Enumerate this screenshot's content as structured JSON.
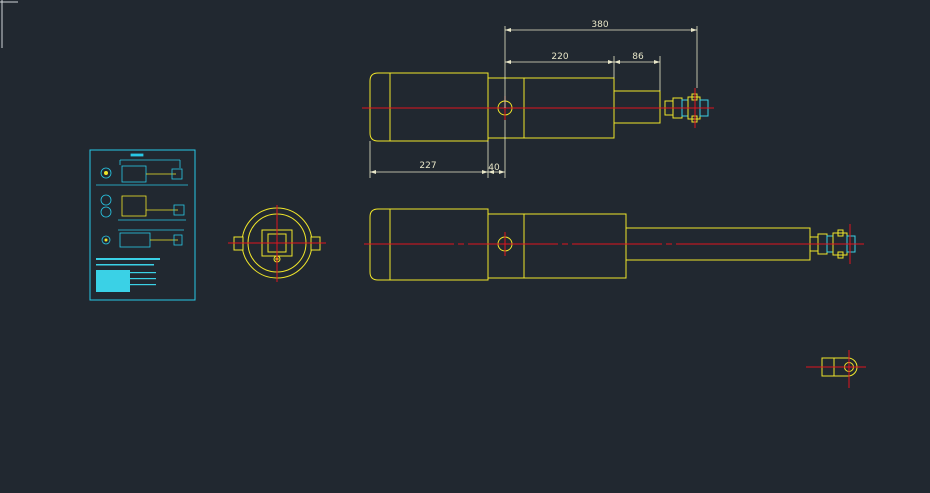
{
  "colors": {
    "background": "#212830",
    "outline": "#f0e62a",
    "centerline": "#e0141e",
    "dimension": "#e8e6c8",
    "thumbnail": "#28c8e6",
    "hardware": "#3ad1e6"
  },
  "dimensions": {
    "overall": "380",
    "body": "220",
    "extension": "86",
    "housing": "227",
    "offset": "40"
  }
}
